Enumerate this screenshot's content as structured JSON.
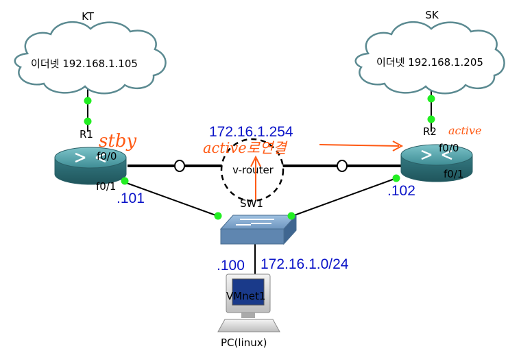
{
  "isp_left": {
    "name": "KT",
    "cloud_label": "이더넷 192.168.1.105"
  },
  "isp_right": {
    "name": "SK",
    "cloud_label": "이더넷 192.168.1.205"
  },
  "router_left": {
    "name": "R1",
    "iface_top": "f0/0",
    "iface_bottom": "f0/1",
    "ip_suffix": ".101",
    "annotation": "stby"
  },
  "router_right": {
    "name": "R2",
    "iface_top": "f0/0",
    "iface_bottom": "f0/1",
    "ip_suffix": ".102",
    "annotation": "active"
  },
  "virtual_router": {
    "label": "v-router",
    "ip": "172.16.1.254",
    "annotation": "active로연결"
  },
  "switch": {
    "name": "SW1"
  },
  "host": {
    "name": "VMnet1",
    "ip_suffix": ".100",
    "subnet": "172.16.1.0/24",
    "label": "PC(linux)"
  },
  "colors": {
    "link": "#000000",
    "port": "#22ee22",
    "cloud_stroke": "#5b8a91",
    "router": "#4a9ea6",
    "blue_text": "#0a13c8",
    "annotation": "#ff5a14"
  }
}
